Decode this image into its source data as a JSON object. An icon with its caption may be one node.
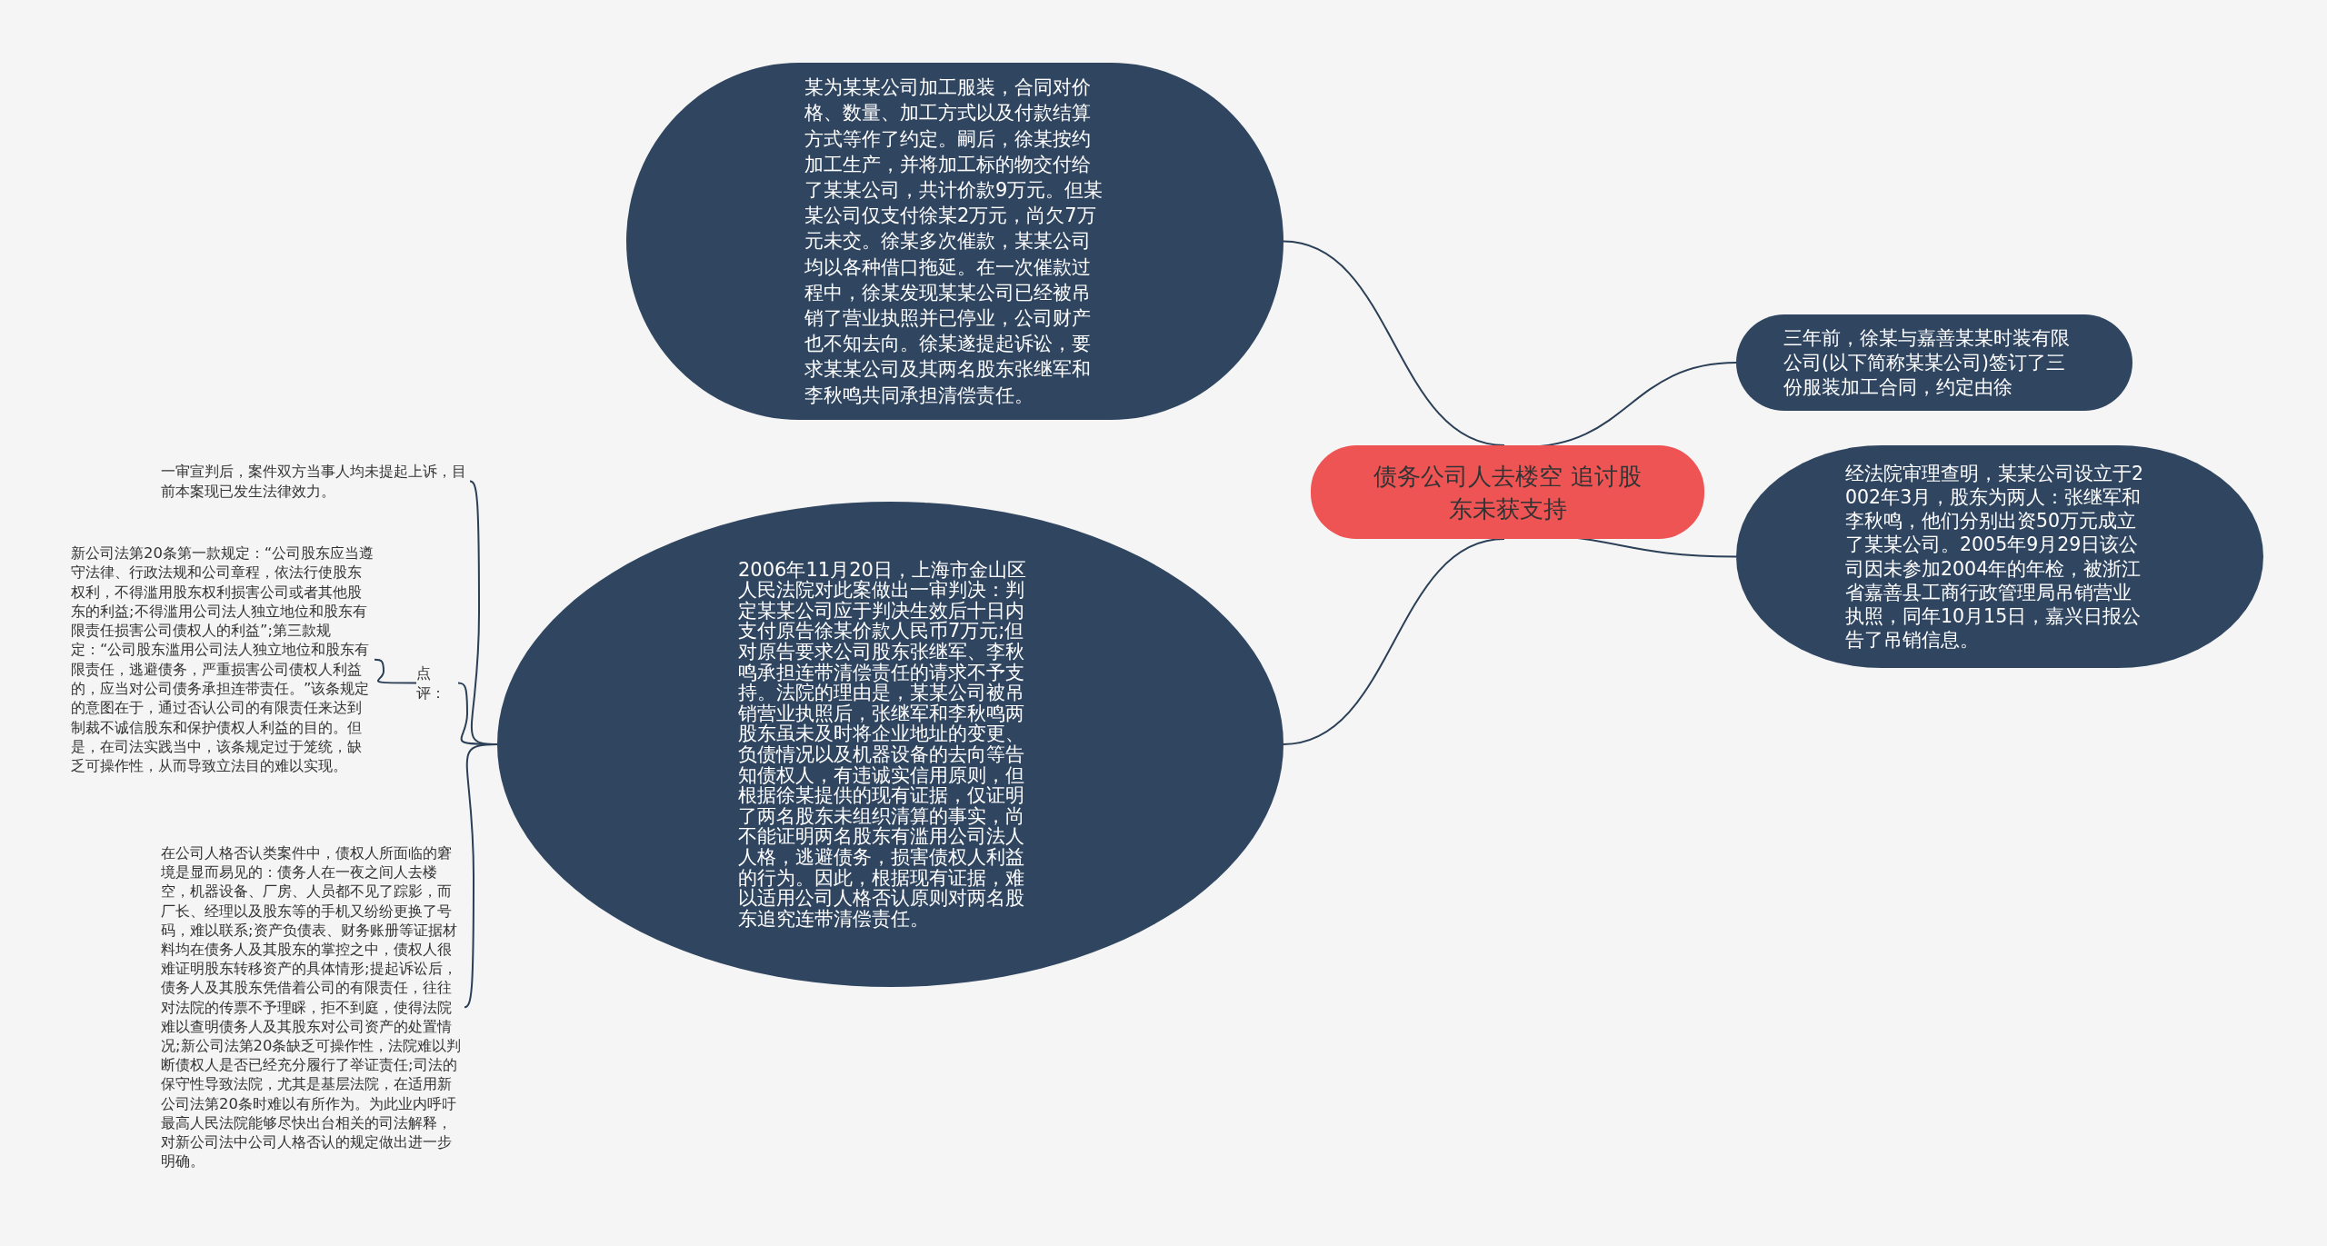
{
  "diagram": {
    "nodes": [
      {
        "text": [
          "债务公司人去楼空 追讨股东未获支持"
        ]
      },
      {
        "text": [
          "某为某某公司加工服装，合同对价格、数量、加工方式以及付款结算方式等作了约定。嗣后，徐某按约加工生产，并将加工标的物交付给了某某公司，共计价款9万元。但某某公司仅支付徐某2万元，尚欠7万元未交。徐某多次催款，某某公司均以各种借口拖延。在一次催款过程中，徐某发现某某公司已经被吊销了营业执照并已停业，公司财产也不知去向。徐某遂提起诉讼，要求某某公司及其两名股东张继军和李秋鸣共同承担清偿责任。"
        ]
      },
      {
        "text": [
          "三年前，徐某与嘉善某某时装有限公司(以下简称某某公司)签订了三份服装加工合同，约定由徐"
        ]
      },
      {
        "text": [
          "经法院审理查明，某某公司设立于2002年3月，股东为两人：张继军和李秋鸣，他们分别出资50万元成立了某某公司。2005年9月29日该公司因未参加2004年的年检，被浙江省嘉善县工商行政管理局吊销营业执照，同年10月15日，嘉兴日报公告了吊销信息。"
        ]
      },
      {
        "text": [
          "2006年11月20日，上海市金山区人民法院对此案做出一审判决：判定某某公司应于判决生效后十日内支付原告徐某价款人民币7万元;但对原告要求公司股东张继军、李秋鸣承担连带清偿责任的请求不予支持。法院的理由是，某某公司被吊销营业执照后，张继军和李秋鸣两股东虽未及时将企业地址的变更、负债情况以及机器设备的去向等告知债权人，有违诚实信用原则，但根据徐某提供的现有证据，仅证明了两名股东未组织清算的事实，尚不能证明两名股东有滥用公司法人人格，逃避债务，损害债权人利益的行为。因此，根据现有证据，难以适用公司人格否认原则对两名股东追究连带清偿责任。"
        ]
      },
      {
        "text": [
          "一审宣判后，案件双方当事人均未提起上诉，目前本案现已发生法律效力。"
        ]
      },
      {
        "text": [
          "点评："
        ]
      },
      {
        "text": [
          "新公司法第20条第一款规定：“公司股东应当遵守法律、行政法规和公司章程，依法行使股东权利，不得滥用股东权利损害公司或者其他股东的利益;不得滥用公司法人独立地位和股东有限责任损害公司债权人的利益”;第三款规定：“公司股东滥用公司法人独立地位和股东有限责任，逃避债务，严重损害公司债权人利益的，应当对公司债务承担连带责任。”该条规定的意图在于，通过否认公司的有限责任来达到制裁不诚信股东和保护债权人利益的目的。但是，在司法实践当中，该条规定过于笼统，缺乏可操作性，从而导致立法目的难以实现。"
        ]
      },
      {
        "text": [
          "在公司人格否认类案件中，债权人所面临的窘境是显而易见的：债务人在一夜之间人去楼空，机器设备、厂房、人员都不见了踪影，而厂长、经理以及股东等的手机又纷纷更换了号码，难以联系;资产负债表、财务账册等证据材料均在债务人及其股东的掌控之中，债权人很难证明股东转移资产的具体情形;提起诉讼后，债务人及其股东凭借着公司的有限责任，往往对法院的传票不予理睬，拒不到庭，使得法院难以查明债务人及其股东对公司资产的处置情况;新公司法第20条缺乏可操作性，法院难以判断债权人是否已经充分履行了举证责任;司法的保守性导致法院，尤其是基层法院，在适用新公司法第20条时难以有所作为。为此业内呼吁最高人民法院能够尽快出台相关的司法解释，对新公司法中公司人格否认的规定做出进一步明确。"
        ]
      }
    ],
    "edges": [
      {
        "from": 0,
        "to": 1,
        "arrow": "none"
      },
      {
        "from": 0,
        "to": 2,
        "arrow": "none"
      },
      {
        "from": 0,
        "to": 3,
        "arrow": "none"
      },
      {
        "from": 0,
        "to": 4,
        "arrow": "none"
      },
      {
        "from": 4,
        "to": 5,
        "arrow": "none"
      },
      {
        "from": 4,
        "to": 6,
        "arrow": "none"
      },
      {
        "from": 4,
        "to": 8,
        "arrow": "none"
      },
      {
        "from": 6,
        "to": 7,
        "arrow": "none"
      }
    ]
  }
}
